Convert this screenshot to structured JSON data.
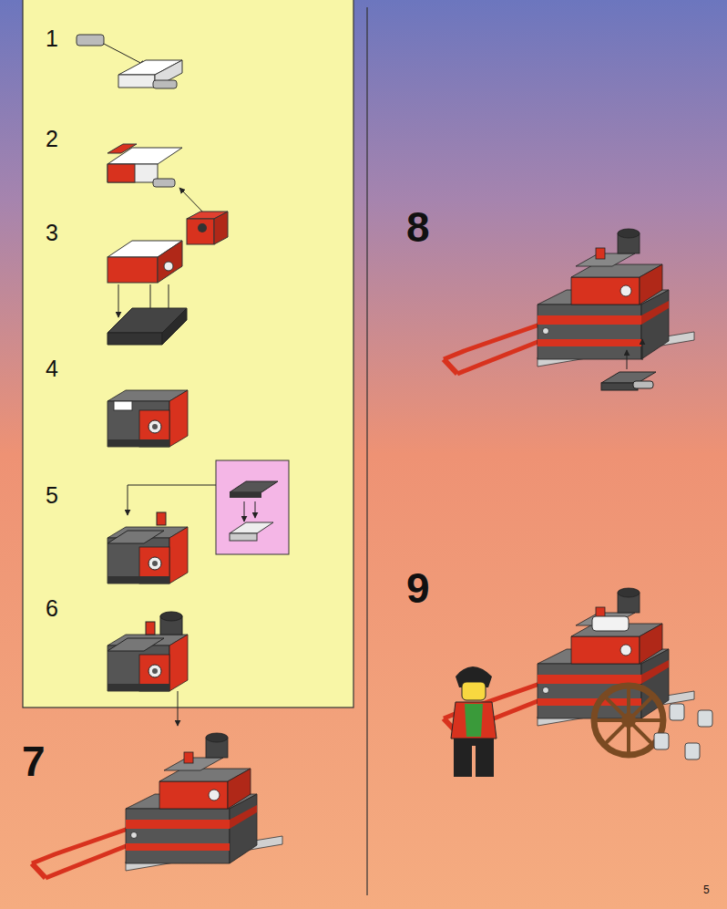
{
  "diagram": {
    "labels": [
      "1",
      "2",
      "3",
      "4",
      "5",
      "6",
      "7",
      "8",
      "9",
      "5"
    ]
  }
}
